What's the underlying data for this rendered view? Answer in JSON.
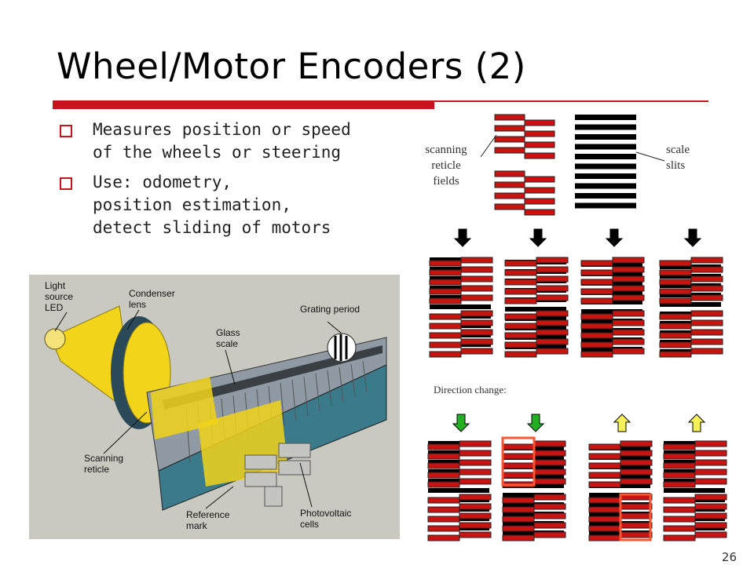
{
  "slide": {
    "title": "Wheel/Motor Encoders (2)",
    "page_number": "26",
    "bullets": [
      {
        "line1": "Measures position or speed",
        "line2": "of the wheels or steering",
        "line3": ""
      },
      {
        "line1": "Use: odometry,",
        "line2": "position estimation,",
        "line3": "detect sliding of motors"
      }
    ]
  },
  "diagram": {
    "label_reticle": [
      "scanning",
      "reticle",
      "fields"
    ],
    "label_scale": [
      "scale",
      "slits"
    ],
    "direction_change": "Direction change:"
  },
  "photo": {
    "labels": {
      "light": [
        "Light",
        "source",
        "LED"
      ],
      "condenser": [
        "Condenser",
        "lens"
      ],
      "grating": "Grating period",
      "glass": [
        "Glass",
        "scale"
      ],
      "scanning": [
        "Scanning",
        "reticle"
      ],
      "reference": [
        "Reference",
        "mark"
      ],
      "photo": [
        "Photovoltaic",
        "cells"
      ]
    }
  },
  "colors": {
    "accent": "#c8141e",
    "reticle": "#cc1111",
    "scale": "#000000",
    "arrow_black": "#000000",
    "arrow_green": "#22b022",
    "arrow_yellow": "#f4f05a",
    "highlight": "#ff5533",
    "photo_bg": "#c8c8c0",
    "photo_yellow": "#f2d41a"
  }
}
